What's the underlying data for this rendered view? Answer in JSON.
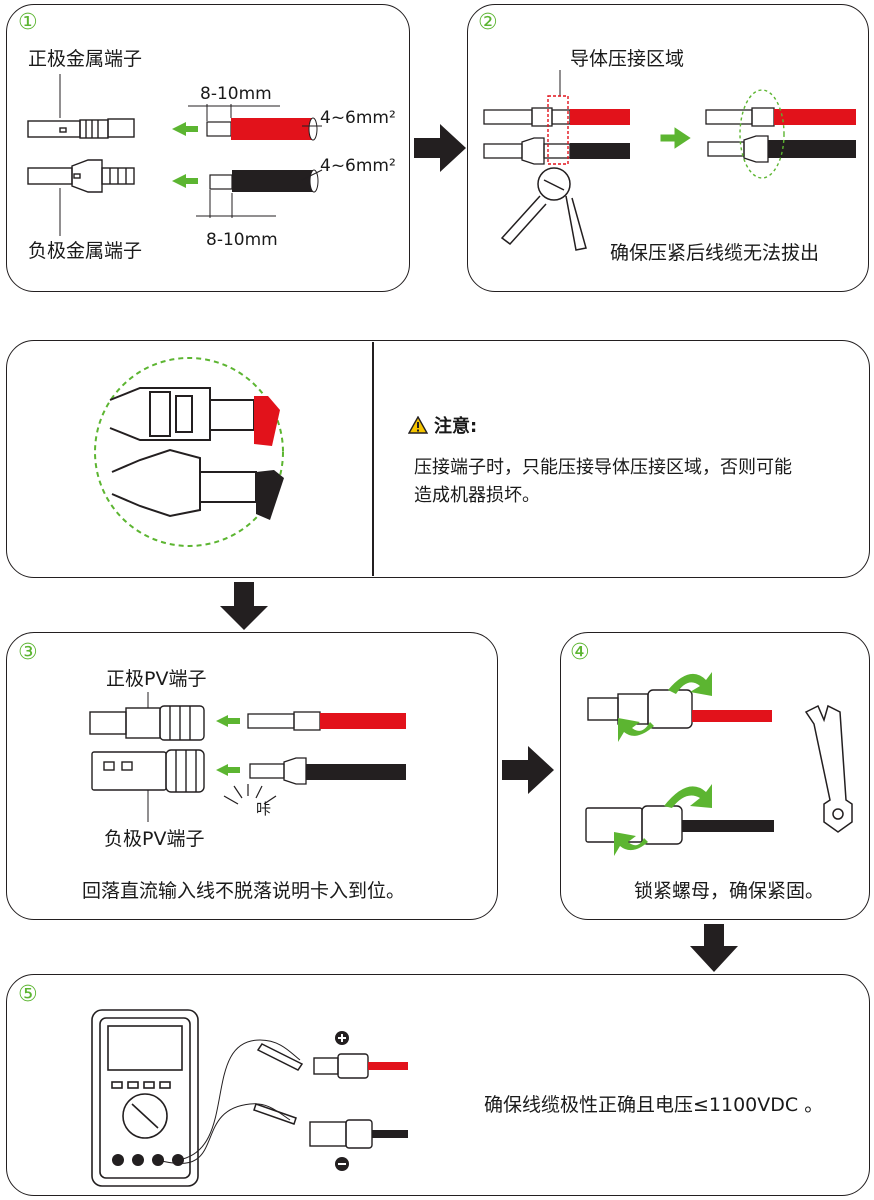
{
  "colors": {
    "accent_green": "#5cb531",
    "wire_red": "#e2121b",
    "wire_black": "#231f20",
    "outline": "#231f20",
    "warning_yellow": "#f5c400",
    "crimp_box": "#e2121b"
  },
  "panel1": {
    "step": "①",
    "positive_terminal": "正极金属端子",
    "negative_terminal": "负极金属端子",
    "strip_top": "8-10mm",
    "strip_bottom": "8-10mm",
    "area_top": "4~6mm²",
    "area_bottom": "4~6mm²"
  },
  "panel2": {
    "step": "②",
    "crimp_zone": "导体压接区域",
    "caption": "确保压紧后线缆无法拔出"
  },
  "note": {
    "title": "注意:",
    "body": "压接端子时，只能压接导体压接区域，否则可能造成机器损坏。"
  },
  "panel3": {
    "step": "③",
    "positive_pv": "正极PV端子",
    "negative_pv": "负极PV端子",
    "click_sound": "咔",
    "caption": "回落直流输入线不脱落说明卡入到位。"
  },
  "panel4": {
    "step": "④",
    "caption": "锁紧螺母，确保紧固。"
  },
  "panel5": {
    "step": "⑤",
    "caption": "确保线缆极性正确且电压≤1100VDC 。"
  },
  "icons": [
    "arrow-right-icon",
    "arrow-down-icon",
    "arrow-left-icon",
    "warning-icon",
    "wrench-icon",
    "multimeter-icon",
    "rotate-arrow-icon",
    "crimp-tool-icon",
    "plus-icon",
    "minus-icon"
  ]
}
